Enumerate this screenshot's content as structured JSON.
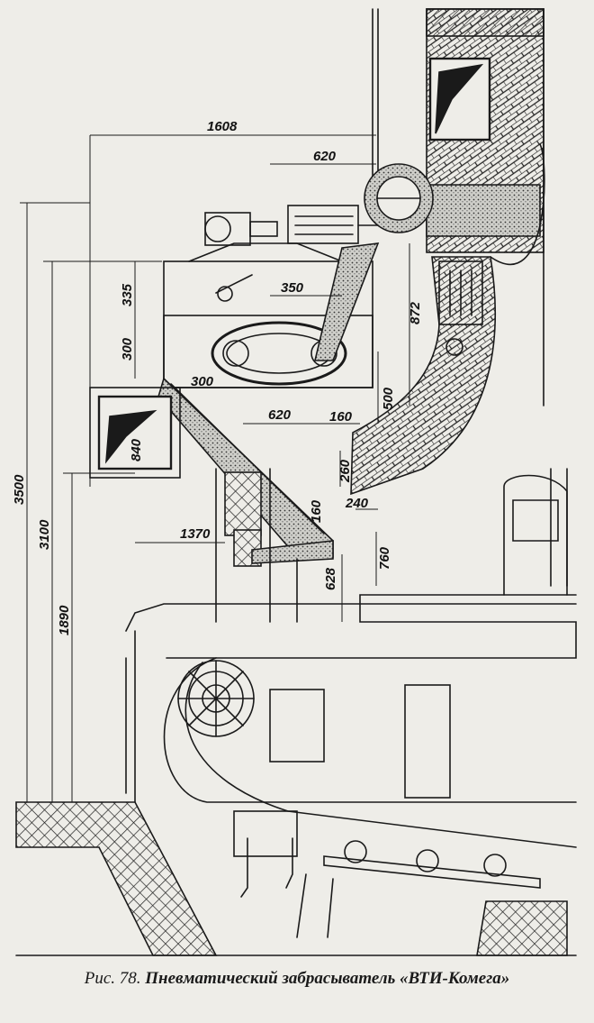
{
  "dimensions": {
    "d1608": "1608",
    "d620_top": "620",
    "d335": "335",
    "d350": "350",
    "d300_side": "300",
    "d300_chute": "300",
    "d872": "872",
    "d500": "500",
    "d620_mid": "620",
    "d160_mid": "160",
    "d840": "840",
    "d260": "260",
    "d160_low": "160",
    "d240": "240",
    "d1370": "1370",
    "d760": "760",
    "d628": "628",
    "d3500": "3500",
    "d3100": "3100",
    "d1890": "1890"
  },
  "caption": {
    "figure_label": "Рис. 78.",
    "title": "Пневматический забрасыватель «ВТИ-Комега»"
  },
  "colors": {
    "ink": "#1a1a1a",
    "paper": "#eeede8",
    "hatch": "#222222"
  }
}
